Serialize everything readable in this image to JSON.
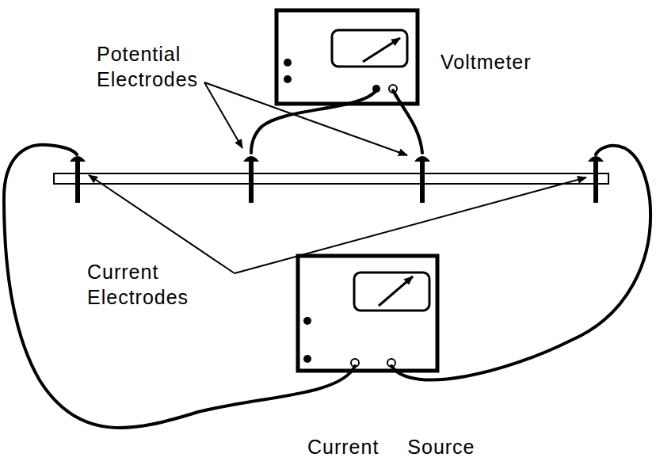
{
  "diagram": {
    "labels": [
      "Potential Electrodes",
      "Voltmeter",
      "Current Electrodes",
      "Current Source"
    ]
  }
}
